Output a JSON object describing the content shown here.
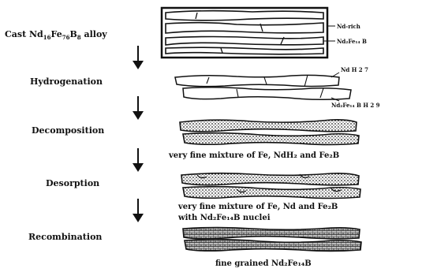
{
  "stages": {
    "cast": {
      "pre": "Cast Nd",
      "s1": "16",
      "mid": "Fe",
      "s2": "76",
      "post": "B",
      "s3": "8",
      "tail": " alloy"
    },
    "hydrogenation": "Hydrogenation",
    "decomposition": "Decomposition",
    "desorption": "Desorption",
    "recombination": "Recombination"
  },
  "labels": {
    "nd_rich": "Nd-rich",
    "nd2fe14b": "Nd₂Fe₁₄ B",
    "ndh27": "Nd H 2 7",
    "nd2fe14bh29": "Nd₂Fe₁₄ B H 2 9"
  },
  "captions": {
    "decomposition": "very fine mixture of Fe, NdH₂ and Fe₂B",
    "desorption_line1": "very fine mixture of Fe, Nd and Fe₂B",
    "desorption_line2": "with Nd₂Fe₁₄B nuclei",
    "recombination": "fine grained Nd₂Fe₁₄B"
  }
}
